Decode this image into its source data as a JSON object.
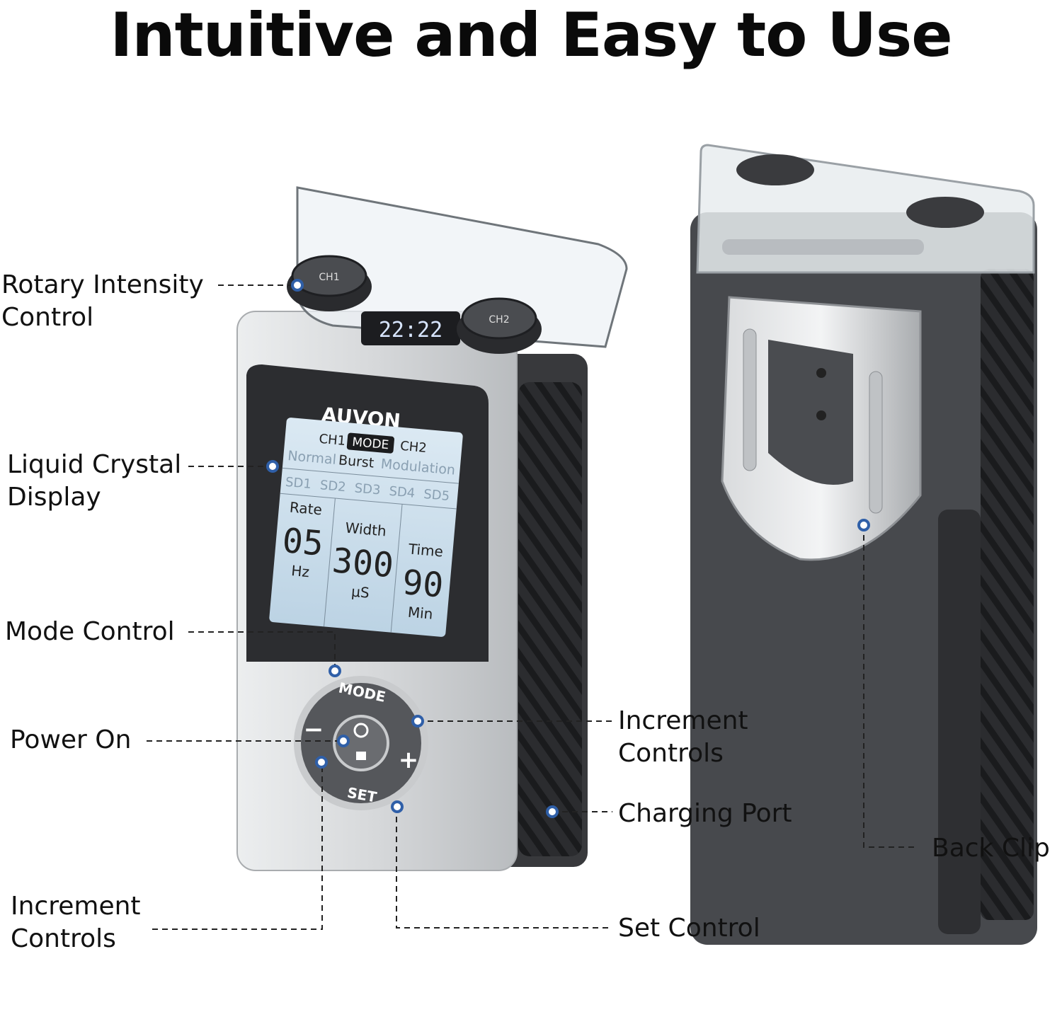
{
  "title": "Intuitive and Easy to Use",
  "callouts": {
    "rotary_1": "Rotary Intensity",
    "rotary_2": "Control",
    "lcd_1": "Liquid Crystal",
    "lcd_2": "Display",
    "mode": "Mode Control",
    "power": "Power On",
    "inc_left_1": "Increment",
    "inc_left_2": "Controls",
    "inc_right_1": "Increment",
    "inc_right_2": "Controls",
    "charging": "Charging Port",
    "set": "Set Control",
    "clip": "Back Clip"
  },
  "device": {
    "brand": "AUVON",
    "knob_1": "CH1",
    "knob_2": "CH2",
    "top_display": "22:22",
    "mode_button": "MODE",
    "set_button": "SET",
    "minus": "−",
    "plus": "+",
    "lcd": {
      "ch1": "CH1",
      "mode": "MODE",
      "ch2": "CH2",
      "normal": "Normal",
      "burst": "Burst",
      "modulation": "Modulation",
      "sd": [
        "SD1",
        "SD2",
        "SD3",
        "SD4",
        "SD5"
      ],
      "rate_label": "Rate",
      "rate_value": "05",
      "rate_unit": "Hz",
      "width_label": "Width",
      "width_value": "300",
      "width_unit": "µS",
      "time_label": "Time",
      "time_value": "90",
      "time_unit": "Min"
    }
  },
  "colors": {
    "dot": "#2f5fa8",
    "body_dark": "#3a3c40",
    "silver": "#d8dadc",
    "lcd": "#c9dcea"
  }
}
